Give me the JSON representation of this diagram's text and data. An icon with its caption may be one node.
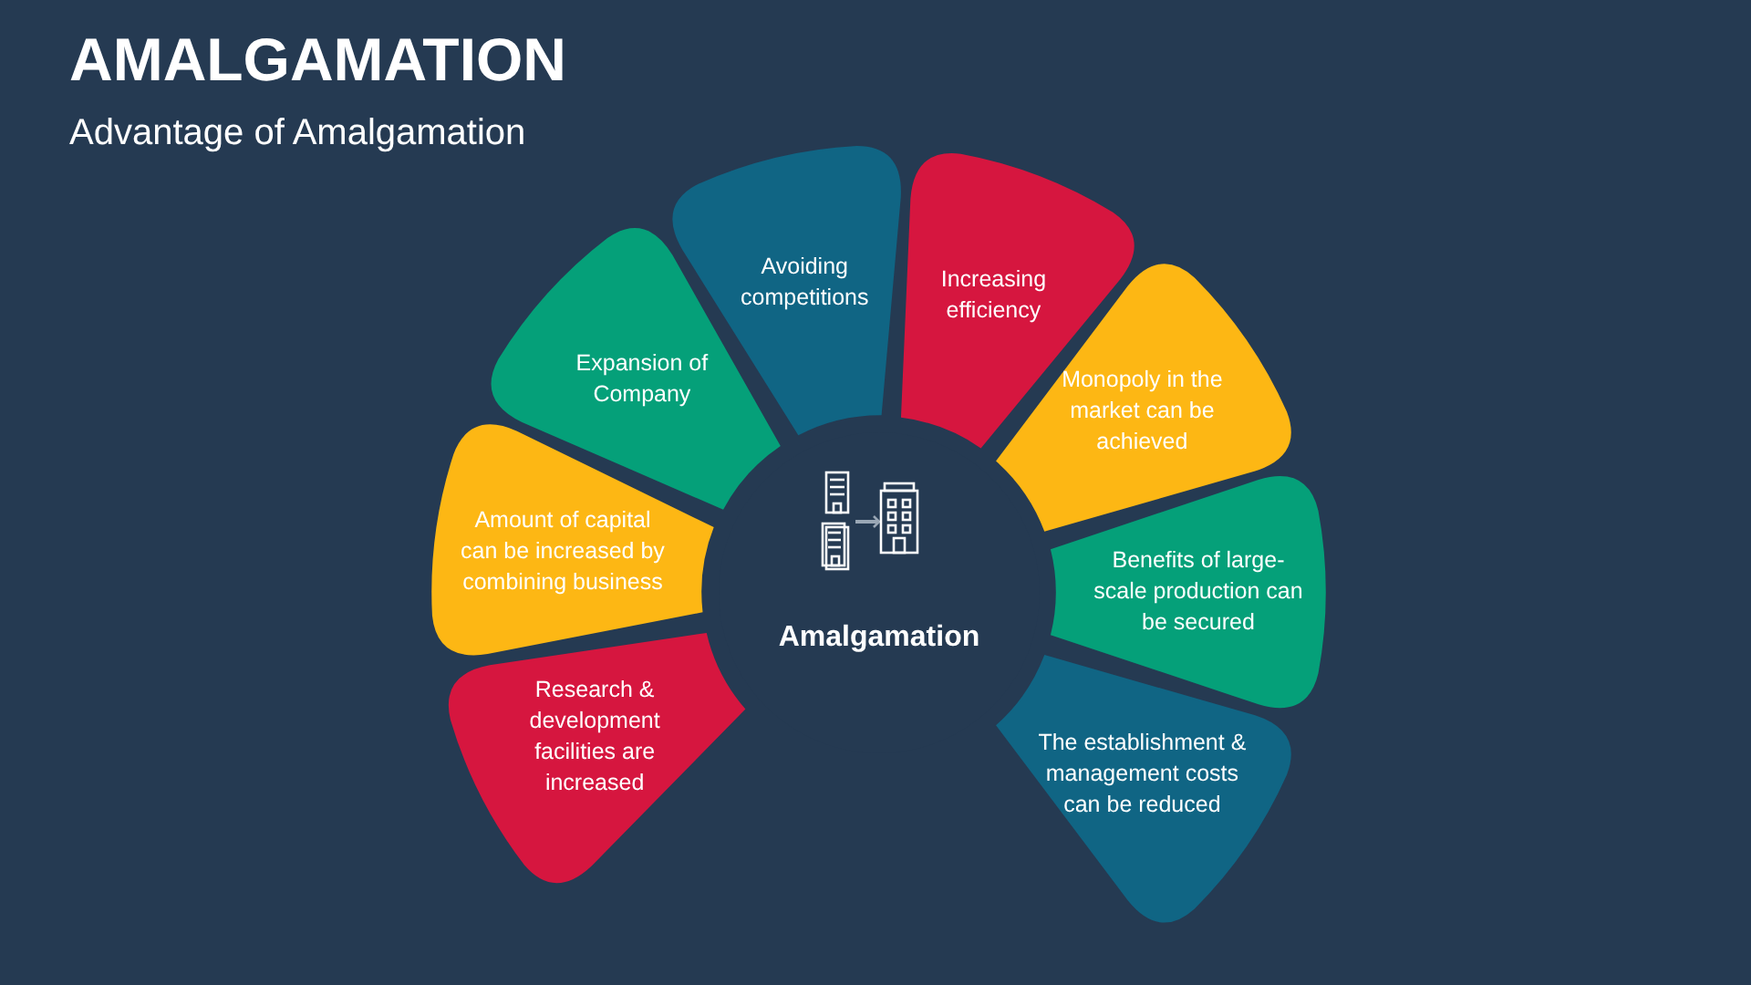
{
  "diagram": {
    "title": "AMALGAMATION",
    "nodes": [
      {
        "text": [
          "Amalgamation"
        ]
      },
      {
        "text": [
          "Research & development facilities are increased"
        ]
      },
      {
        "text": [
          "Amount of capital can be increased by combining business"
        ]
      },
      {
        "text": [
          "Expansion of Company"
        ]
      },
      {
        "text": [
          "Avoiding competitions"
        ]
      },
      {
        "text": [
          "Increasing efficiency"
        ]
      },
      {
        "text": [
          "Monopoly in the market can be achieved"
        ]
      },
      {
        "text": [
          "Benefits of large-scale production can be secured"
        ]
      },
      {
        "text": [
          "The establishment & management costs can be reduced"
        ]
      }
    ],
    "labels": [
      "Advantage of Amalgamation"
    ]
  }
}
